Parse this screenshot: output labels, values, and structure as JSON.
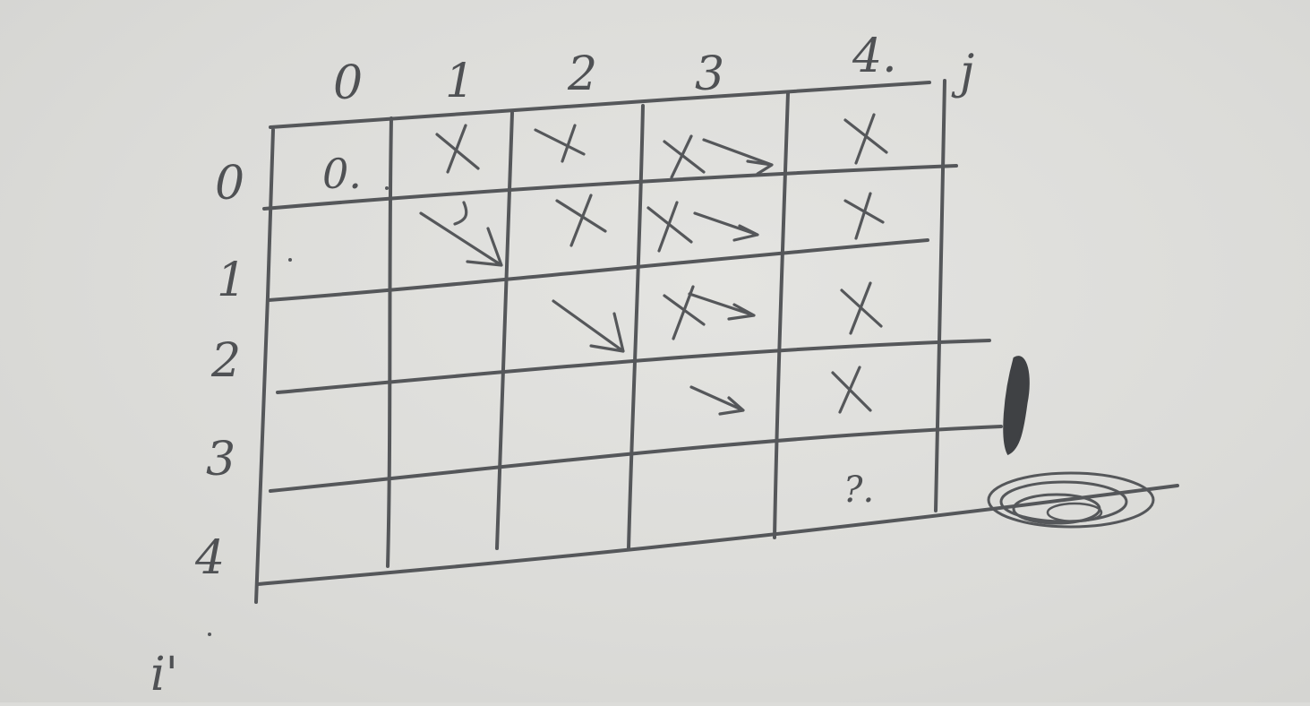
{
  "sketch": {
    "column_headers": [
      "0",
      "1",
      "2",
      "3",
      "4."
    ],
    "column_axis_label": "j",
    "row_headers": [
      "0",
      "1",
      "2",
      "3",
      "4"
    ],
    "row_axis_label": "i'",
    "origin_cell_value": "0.",
    "unknown_cell_value": "?.",
    "cross_mark": "X",
    "ink_color": "#55575a",
    "paper_color": "#dcdcd9"
  }
}
